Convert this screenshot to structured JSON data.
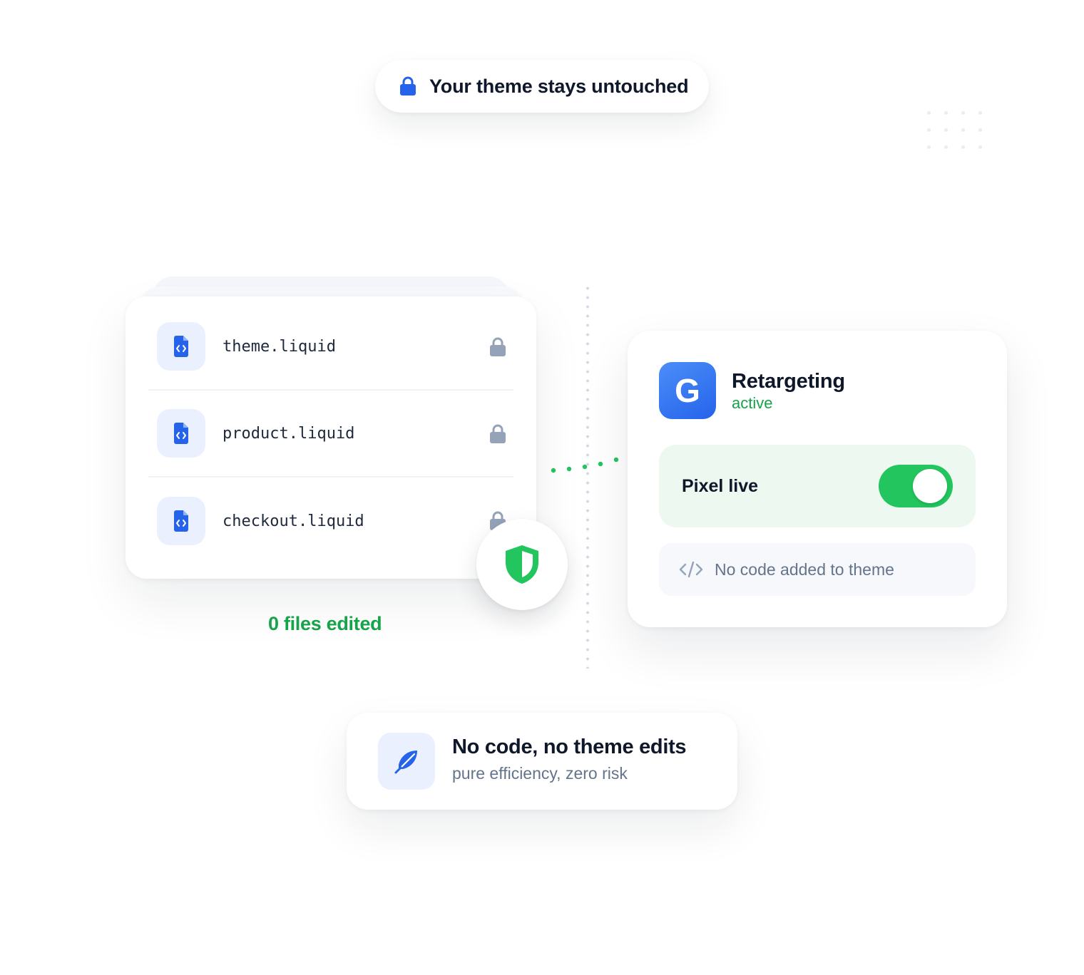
{
  "header_pill": {
    "text": "Your theme stays untouched",
    "icon": "lock-icon"
  },
  "files_card": {
    "files": [
      {
        "name": "theme.liquid",
        "icon": "code-file-icon",
        "status_icon": "lock-icon"
      },
      {
        "name": "product.liquid",
        "icon": "code-file-icon",
        "status_icon": "lock-icon"
      },
      {
        "name": "checkout.liquid",
        "icon": "code-file-icon",
        "status_icon": "lock-icon"
      }
    ],
    "badge_icon": "shield-icon",
    "summary": "0 files edited"
  },
  "retargeting_card": {
    "logo_letter": "G",
    "title": "Retargeting",
    "status": "active",
    "pixel_label": "Pixel live",
    "pixel_enabled": true,
    "code_note": "No code added to theme",
    "code_icon": "code-icon"
  },
  "bottom_card": {
    "icon": "feather-icon",
    "title": "No code, no theme edits",
    "subtitle": "pure efficiency, zero risk"
  },
  "colors": {
    "primary_blue": "#2563eb",
    "success_green": "#16a34a",
    "toggle_green": "#22c55e",
    "icon_bg": "#eaf0fd",
    "muted_text": "#64748b",
    "lock_gray": "#94a3b8"
  }
}
